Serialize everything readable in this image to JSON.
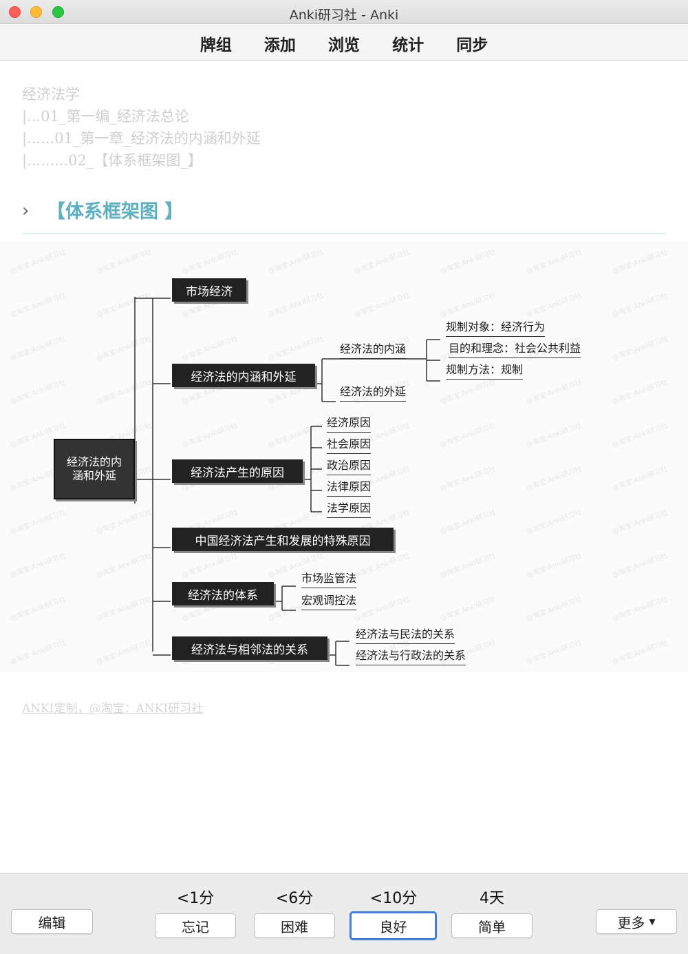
{
  "window": {
    "title": "Anki研习社 - Anki"
  },
  "toolbar": {
    "items": [
      "牌组",
      "添加",
      "浏览",
      "统计",
      "同步"
    ]
  },
  "breadcrumb": {
    "lines": [
      "经济法学",
      "|...01_第一编_经济法总论",
      "|......01_第一章_经济法的内涵和外延",
      "|.........02_【体系框架图_】"
    ]
  },
  "section": {
    "chevron": "›",
    "title": "【体系框架图 】"
  },
  "mindmap": {
    "root": "经济法的内涵和外延",
    "branches": [
      {
        "label": "市场经济",
        "children": []
      },
      {
        "label": "经济法的内涵和外延",
        "children": [
          {
            "label": "经济法的内涵",
            "children": [
              "规制对象：经济行为",
              "目的和理念：社会公共利益",
              "规制方法：规制"
            ]
          },
          {
            "label": "经济法的外延",
            "children": []
          }
        ]
      },
      {
        "label": "经济法产生的原因",
        "children": [
          "经济原因",
          "社会原因",
          "政治原因",
          "法律原因",
          "法学原因"
        ]
      },
      {
        "label": "中国经济法产生和发展的特殊原因",
        "children": []
      },
      {
        "label": "经济法的体系",
        "children": [
          "市场监管法",
          "宏观调控法"
        ]
      },
      {
        "label": "经济法与相邻法的关系",
        "children": [
          "经济法与民法的关系",
          "经济法与行政法的关系"
        ]
      }
    ],
    "watermark": "@淘宝:Anki研习社"
  },
  "footer_note": "ANKI定制，@淘宝：ANKI研习社",
  "answer_buttons": {
    "edit": "编辑",
    "more": "更多",
    "options": [
      {
        "interval": "<1分",
        "label": "忘记"
      },
      {
        "interval": "<6分",
        "label": "困难"
      },
      {
        "interval": "<10分",
        "label": "良好"
      },
      {
        "interval": "4天",
        "label": "简单"
      }
    ]
  },
  "colors": {
    "heading": "#5bb0c2",
    "focus_ring": "#3d7ee8",
    "node_fill": "#222222"
  }
}
